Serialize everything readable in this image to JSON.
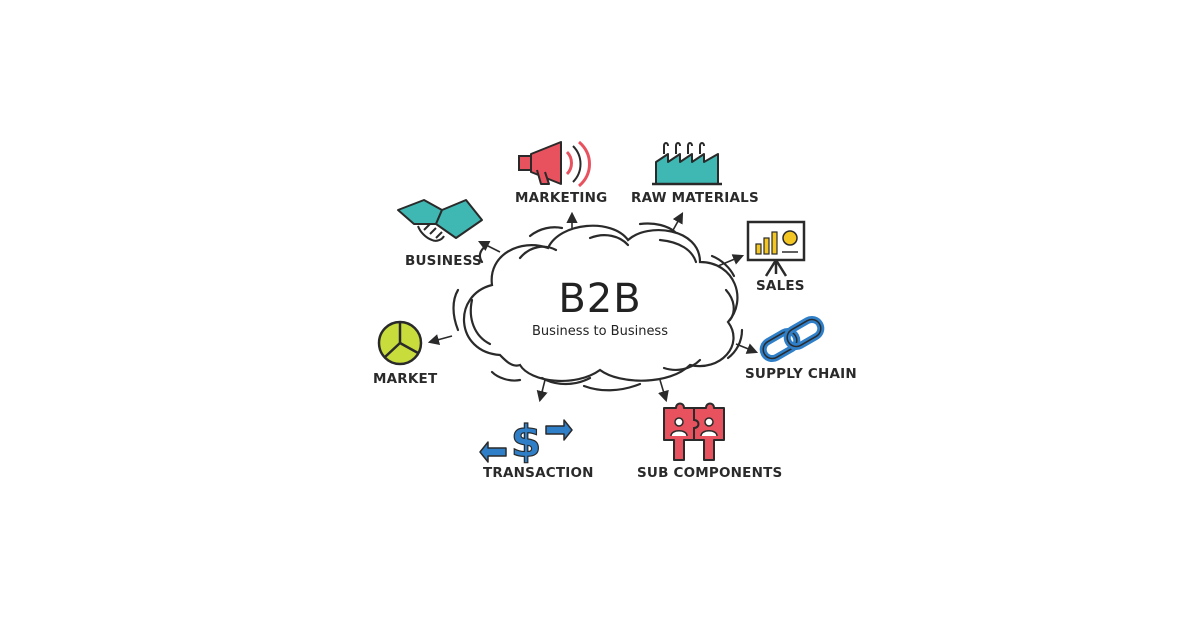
{
  "center": {
    "title": "B2B",
    "subtitle": "Business to Business"
  },
  "nodes": {
    "marketing": {
      "label": "MARKETING",
      "icon": "megaphone-icon"
    },
    "raw_materials": {
      "label": "RAW MATERIALS",
      "icon": "factory-icon"
    },
    "business": {
      "label": "BUSINESS",
      "icon": "handshake-icon"
    },
    "sales": {
      "label": "SALES",
      "icon": "presentation-board-icon"
    },
    "market": {
      "label": "MARKET",
      "icon": "pie-chart-icon"
    },
    "supply_chain": {
      "label": "SUPPLY CHAIN",
      "icon": "chain-link-icon"
    },
    "transaction": {
      "label": "TRANSACTION",
      "icon": "dollar-arrows-icon"
    },
    "sub_components": {
      "label": "SUB COMPONENTS",
      "icon": "puzzle-people-icon"
    }
  },
  "colors": {
    "ink": "#2a2a2a",
    "red": "#e8525f",
    "teal": "#3fb8b4",
    "blue": "#2f7fc8",
    "lime": "#c8dc3c",
    "yellow": "#f3c623"
  }
}
